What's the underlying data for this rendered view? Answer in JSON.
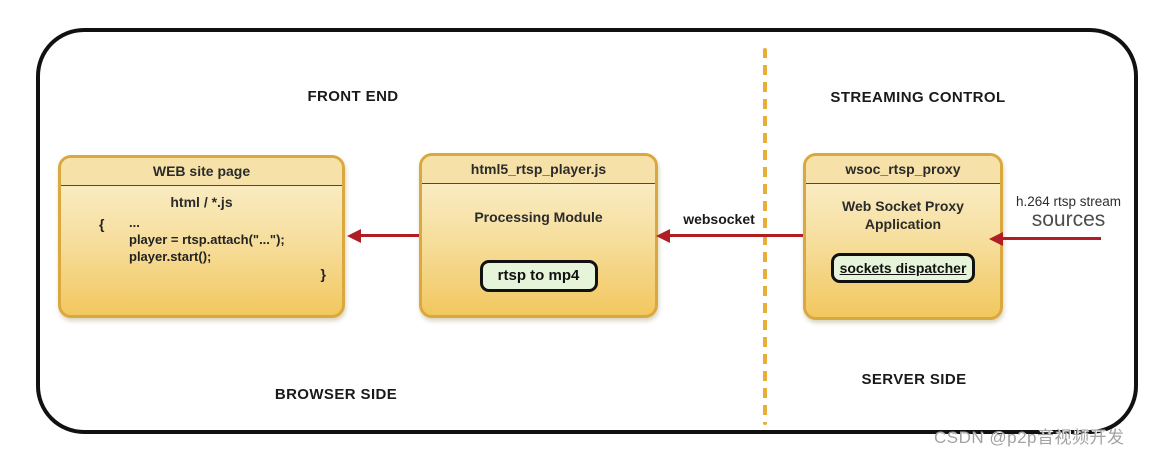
{
  "diagram": {
    "regions": {
      "front_end": "FRONT END",
      "streaming_control": "STREAMING CONTROL",
      "browser_side": "BROWSER SIDE",
      "server_side": "SERVER SIDE"
    },
    "nodes": {
      "web_site_page": {
        "title": "WEB site page",
        "subtitle": "html / *.js",
        "code_open": "{",
        "code_lines": [
          "...",
          "player = rtsp.attach(\"...\");",
          "player.start();"
        ],
        "code_close": "}"
      },
      "html5_rtsp_player": {
        "title": "html5_rtsp_player.js",
        "body": "Processing Module",
        "badge": "rtsp to mp4"
      },
      "wsoc_rtsp_proxy": {
        "title": "wsoc_rtsp_proxy",
        "body_line1": "Web Socket Proxy",
        "body_line2": "Application",
        "badge": "sockets dispatcher"
      }
    },
    "edges": {
      "websocket_label": "websocket",
      "source_label_line1": "h.264 rtsp stream",
      "source_label_line2": "sources"
    },
    "colors": {
      "arrow": "#b01e23",
      "dashed_divider": "#e9ae37",
      "node_border": "#d9a83f",
      "node_header_fill": "#f6e2a8",
      "node_body_gradient_top": "#fbf2d4",
      "node_body_gradient_bottom": "#f2c75f",
      "badge_fill": "#e6f4da",
      "badge_border": "#111111",
      "outer_border": "#111111"
    },
    "watermark": "CSDN @p2p音视频开发"
  }
}
